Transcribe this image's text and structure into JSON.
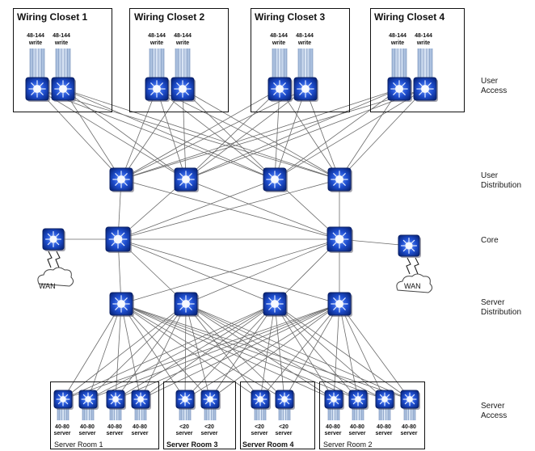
{
  "layers": [
    "User Access",
    "User Distribution",
    "Core",
    "Server Distribution",
    "Server Access"
  ],
  "wiring_closets": [
    {
      "title": "Wiring Closet 1",
      "ports": [
        {
          "count": "48-144",
          "type": "write"
        },
        {
          "count": "48-144",
          "type": "write"
        }
      ]
    },
    {
      "title": "Wiring Closet 2",
      "ports": [
        {
          "count": "48-144",
          "type": "write"
        },
        {
          "count": "48-144",
          "type": "write"
        }
      ]
    },
    {
      "title": "Wiring Closet 3",
      "ports": [
        {
          "count": "48-144",
          "type": "write"
        },
        {
          "count": "48-144",
          "type": "write"
        }
      ]
    },
    {
      "title": "Wiring Closet 4",
      "ports": [
        {
          "count": "48-144",
          "type": "write"
        },
        {
          "count": "48-144",
          "type": "write"
        }
      ]
    }
  ],
  "wan_label": "WAN",
  "server_rooms": [
    {
      "title": "Server Room 1",
      "switches": [
        {
          "count": "40-80",
          "type": "server"
        },
        {
          "count": "40-80",
          "type": "server"
        },
        {
          "count": "40-80",
          "type": "server"
        },
        {
          "count": "40-80",
          "type": "server"
        }
      ]
    },
    {
      "title": "Server Room 3",
      "switches": [
        {
          "count": "<20",
          "type": "server"
        },
        {
          "count": "<20",
          "type": "server"
        }
      ]
    },
    {
      "title": "Server Room 4",
      "switches": [
        {
          "count": "<20",
          "type": "server"
        },
        {
          "count": "<20",
          "type": "server"
        }
      ]
    },
    {
      "title": "Server Room 2",
      "switches": [
        {
          "count": "40-80",
          "type": "server"
        },
        {
          "count": "40-80",
          "type": "server"
        },
        {
          "count": "40-80",
          "type": "server"
        },
        {
          "count": "40-80",
          "type": "server"
        }
      ]
    }
  ],
  "colors": {
    "switch_fill": "#1f4fd1",
    "switch_dark": "#0d2e8c",
    "line": "#6a6a6a",
    "box": "#111111"
  }
}
